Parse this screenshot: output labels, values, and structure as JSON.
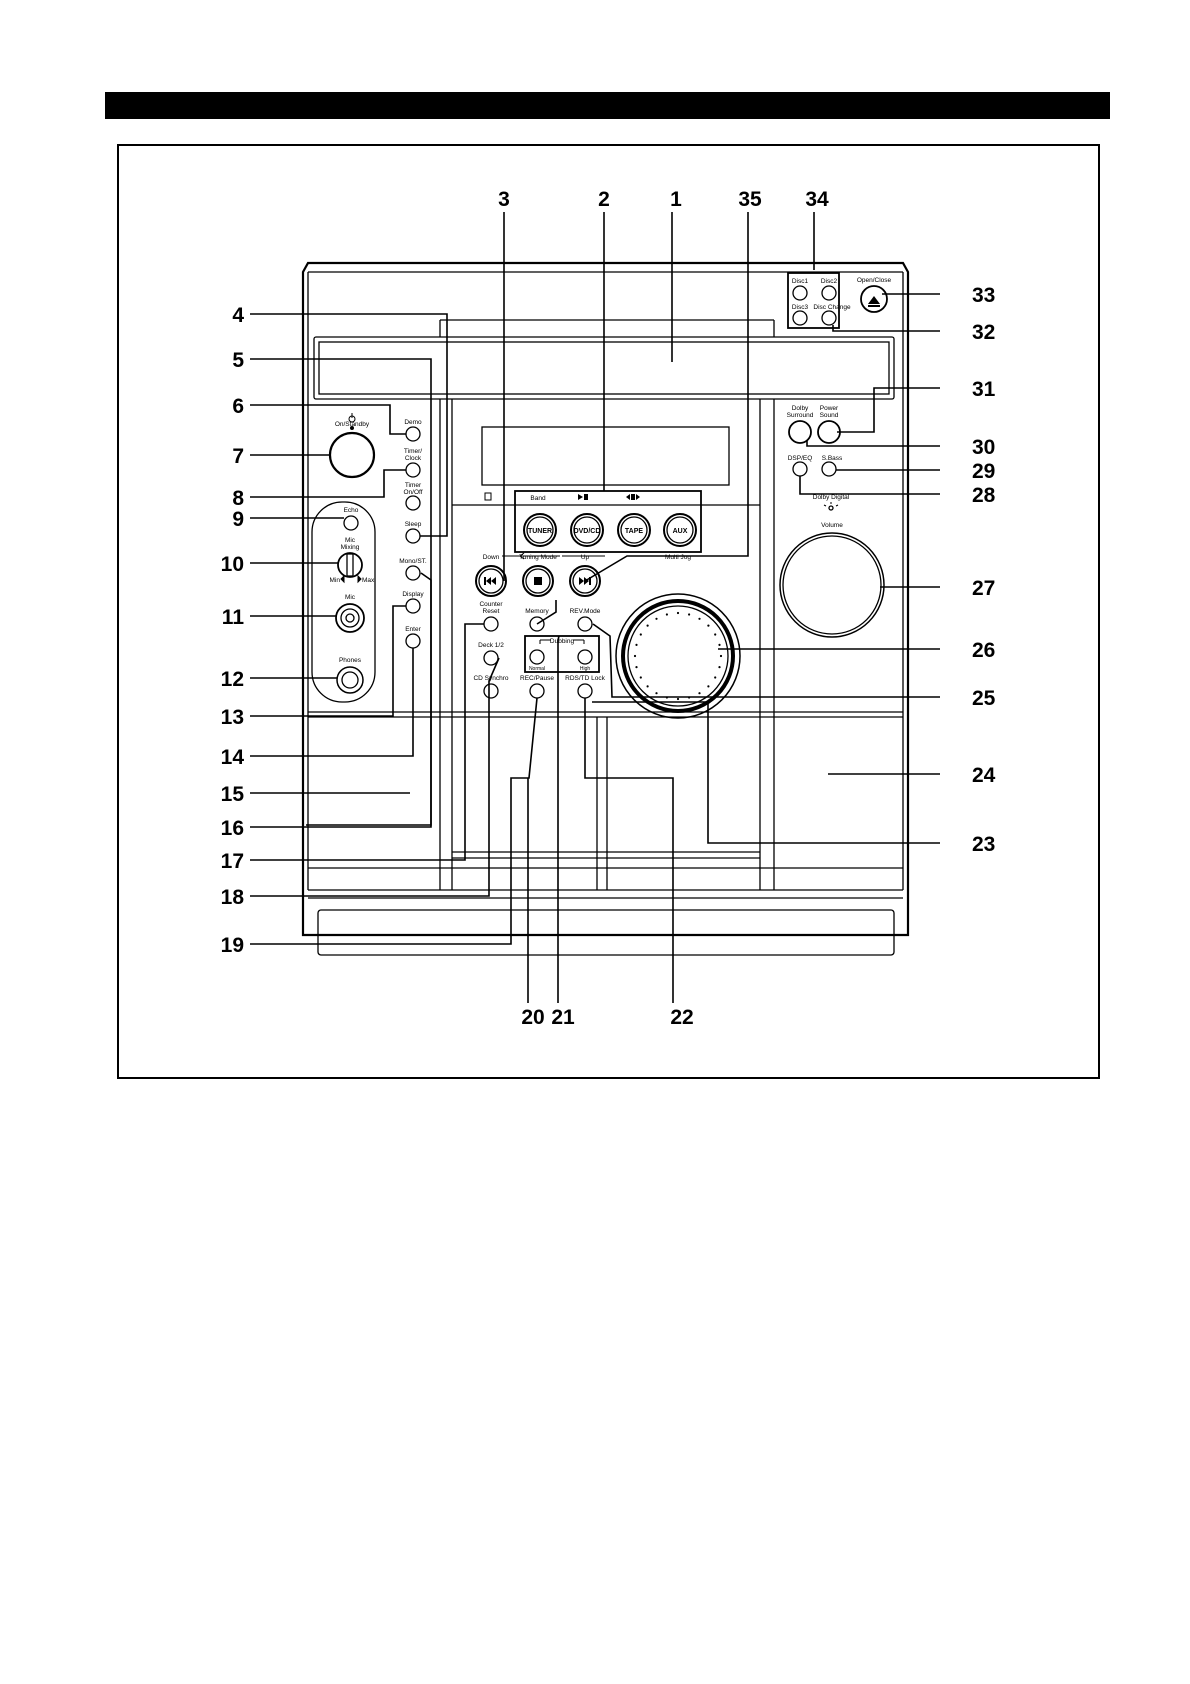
{
  "colors": {
    "ink": "#000000",
    "paper": "#ffffff",
    "panel": "#ffffff"
  },
  "callouts": {
    "n1": "1",
    "n2": "2",
    "n3": "3",
    "n4": "4",
    "n5": "5",
    "n6": "6",
    "n7": "7",
    "n8": "8",
    "n9": "9",
    "n10": "10",
    "n11": "11",
    "n12": "12",
    "n13": "13",
    "n14": "14",
    "n15": "15",
    "n16": "16",
    "n17": "17",
    "n18": "18",
    "n19": "19",
    "n20": "20",
    "n21": "21",
    "n22": "22",
    "n23": "23",
    "n24": "24",
    "n25": "25",
    "n26": "26",
    "n27": "27",
    "n28": "28",
    "n29": "29",
    "n30": "30",
    "n31": "31",
    "n32": "32",
    "n33": "33",
    "n34": "34",
    "n35": "35"
  },
  "labels": {
    "on_standby": "On/Standby",
    "demo": "Demo",
    "timer_clock_1": "Timer/",
    "timer_clock_2": "Clock",
    "timer_onoff_1": "Timer",
    "timer_onoff_2": "On/Off",
    "sleep": "Sleep",
    "echo": "Echo",
    "mic_mixing_1": "Mic",
    "mic_mixing_2": "Mixing",
    "min": "Min",
    "max": "Max",
    "mic": "Mic",
    "mono_st": "Mono/ST.",
    "display": "Display",
    "enter": "Enter",
    "phones": "Phones",
    "band": "Band",
    "tuner": "TUNER",
    "dvd_cd": "DVD/CD",
    "tape": "TAPE",
    "aux": "AUX",
    "down": "Down",
    "tuning_mode": "Tuning Mode",
    "up": "Up",
    "counter_reset_1": "Counter",
    "counter_reset_2": "Reset",
    "memory": "Memory",
    "rev_mode": "REV.Mode",
    "dubbing": "Dubbing",
    "normal": "Normal",
    "high": "High",
    "deck": "Deck 1/2",
    "cd_synchro": "CD Synchro",
    "rec_pause": "REC/Pause",
    "rds": "RDS/TD Lock",
    "multi_jog": "Multi Jog",
    "disc1": "Disc1",
    "disc2": "Disc2",
    "disc3": "Disc3",
    "disc_change": "Disc Change",
    "open_close": "Open/Close",
    "dolby_surround_1": "Dolby",
    "dolby_surround_2": "Surround",
    "power_sound_1": "Power",
    "power_sound_2": "Sound",
    "dsp_eq": "DSP/EQ",
    "s_bass": "S.Bass",
    "dolby_digital": "Dolby Digital",
    "volume": "Volume"
  }
}
